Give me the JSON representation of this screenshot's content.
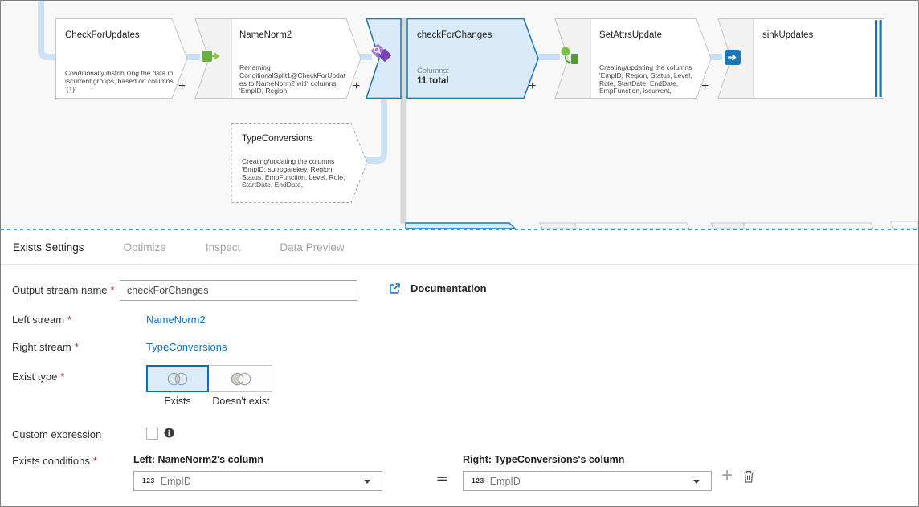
{
  "canvas": {
    "plus": "+",
    "nodes": [
      {
        "title": "CheckForUpdates",
        "desc": "Conditionally distributing the data in iscurrent groups, based on columns '{1}'"
      },
      {
        "title": "NameNorm2",
        "desc": "Renaming ConditionalSplit1@CheckForUpdates to NameNorm2 with columns 'EmpID, Region,"
      },
      {
        "title": "checkForChanges",
        "columns_label": "Columns:",
        "columns_value": "11 total"
      },
      {
        "title": "SetAttrsUpdate",
        "desc": "Creating/updating the columns 'EmpID, Region, Status, Level, Role, StartDate, EndDate, EmpFunction, iscurrent,"
      },
      {
        "title": "sinkUpdates"
      },
      {
        "title": "TypeConversions",
        "desc": "Creating/updating the columns 'EmpID, surrogatekey, Region, Status, EmpFunction, Level, Role, StartDate, EndDate,"
      }
    ]
  },
  "panel": {
    "required_marker": "*",
    "tabs": [
      {
        "label": "Exists Settings"
      },
      {
        "label": "Optimize"
      },
      {
        "label": "Inspect"
      },
      {
        "label": "Data Preview"
      }
    ],
    "fields": {
      "output_stream": {
        "label": "Output stream name",
        "value": "checkForChanges"
      },
      "documentation_label": "Documentation",
      "left_stream": {
        "label": "Left stream",
        "value": "NameNorm2"
      },
      "right_stream": {
        "label": "Right stream",
        "value": "TypeConversions"
      },
      "exist_type": {
        "label": "Exist type",
        "options": [
          {
            "label": "Exists"
          },
          {
            "label": "Doesn't exist"
          }
        ]
      },
      "custom_expression": {
        "label": "Custom expression"
      },
      "exists_conditions": {
        "label": "Exists conditions",
        "left_header": "Left: NameNorm2's column",
        "right_header": "Right: TypeConversions's column",
        "operator": "==",
        "type_badge": "123",
        "left_value": "EmpID",
        "right_value": "EmpID",
        "add_glyph": "+"
      }
    }
  }
}
